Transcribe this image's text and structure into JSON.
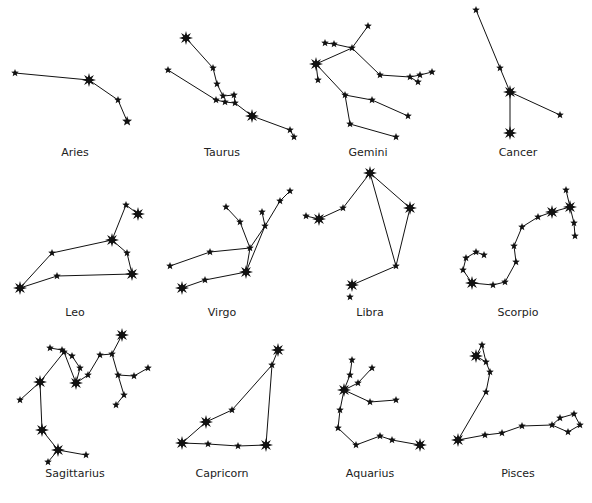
{
  "diagram": {
    "labels": [
      "Aries",
      "Taurus",
      "Gemini",
      "Cancer",
      "Leo",
      "Virgo",
      "Libra",
      "Scorpio",
      "Sagittarius",
      "Capricorn",
      "Aquarius",
      "Pisces"
    ]
  }
}
